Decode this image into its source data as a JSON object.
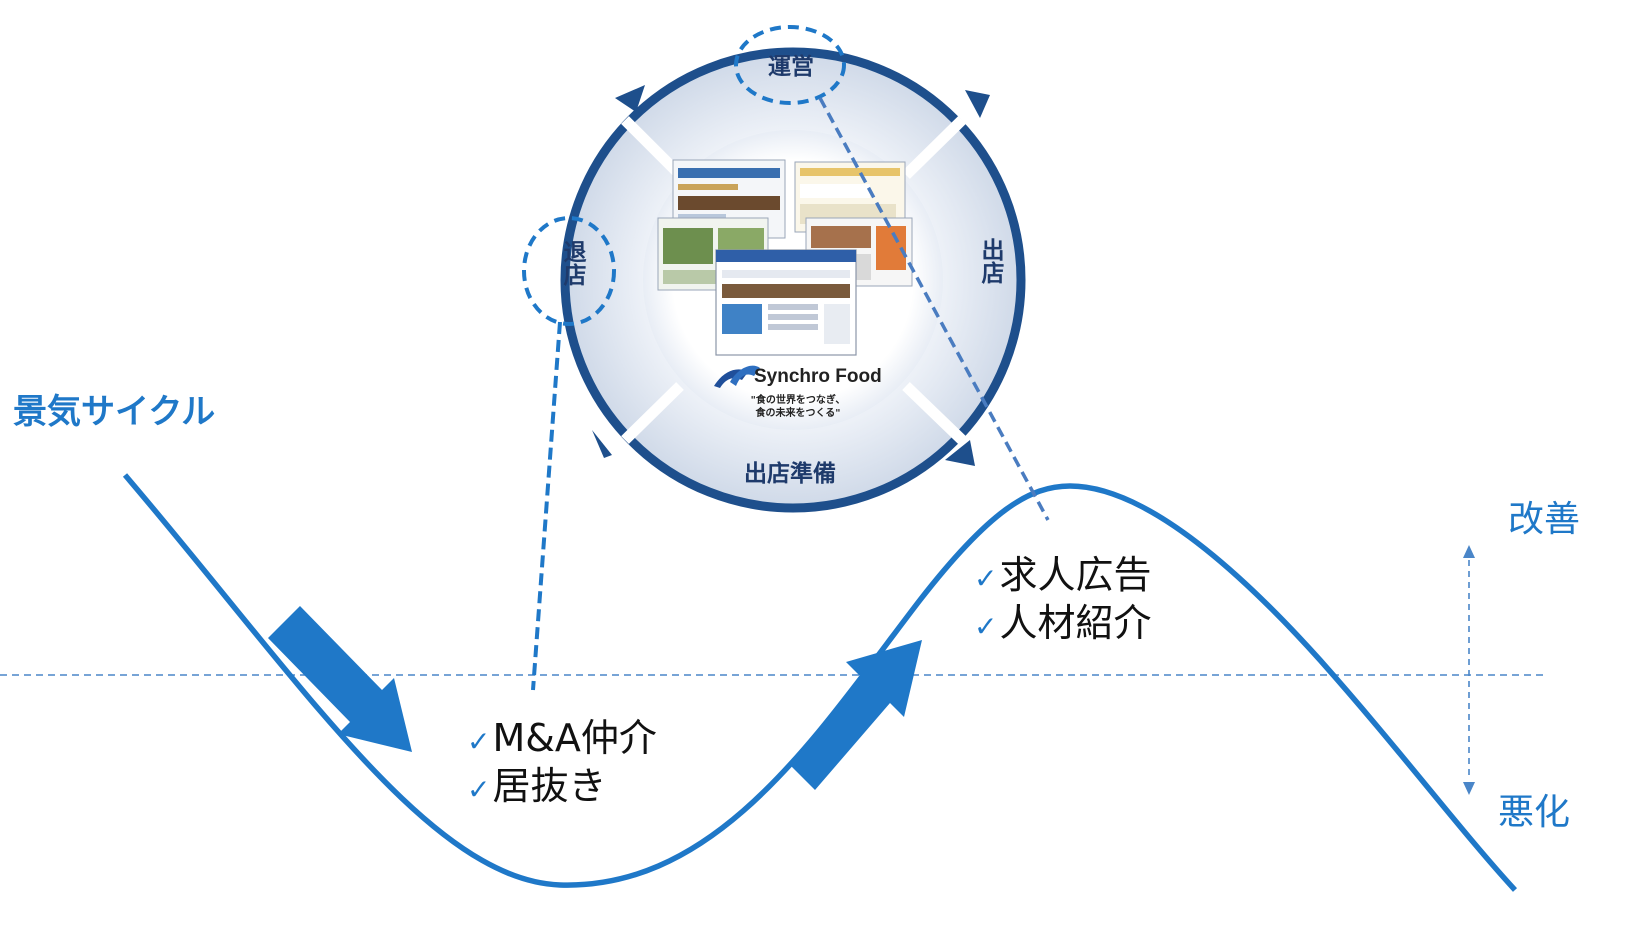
{
  "title": "景気サイクル",
  "axis": {
    "improve": "改善",
    "worsen": "悪化"
  },
  "cycle": {
    "operation": "運営",
    "open": "出店",
    "close": "退店",
    "preparation": "出店準備"
  },
  "logo": {
    "name": "Synchro Food",
    "tagline_1": "\"食の世界をつなぎ、",
    "tagline_2": "食の未来をつくる\""
  },
  "downturn_services": [
    "M&A仲介",
    "居抜き"
  ],
  "upturn_services": [
    "求人広告",
    "人材紹介"
  ],
  "check_glyph": "✓",
  "colors": {
    "curve": "#1f78c8",
    "ring": "#1e4f8c",
    "ring_fill": "#dfe6f1",
    "text_blue": "#1f78c8",
    "stage_text": "#1e3a6b"
  }
}
